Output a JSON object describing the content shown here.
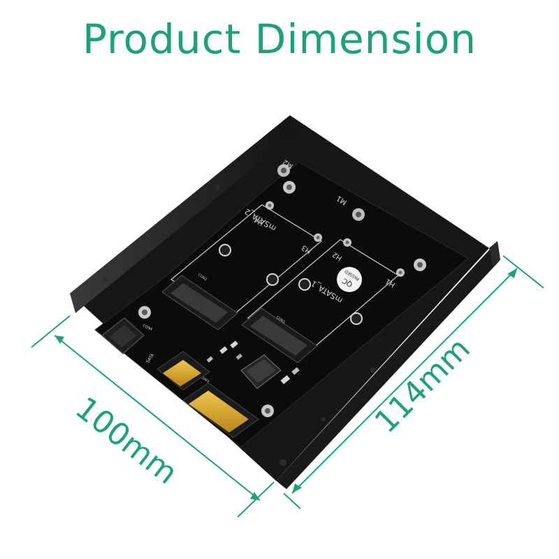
{
  "title": "Product Dimension",
  "colors": {
    "accent": "#1aa37a",
    "bracket": "#1c1c1c",
    "board": "#0f0f0f",
    "connector_gold": "#d9a628"
  },
  "dimensions": {
    "width_label": "100mm",
    "length_label": "114mm"
  },
  "board_labels": {
    "m2": "M2",
    "m1": "M1",
    "h1": "H1",
    "h2": "H2",
    "h3": "H3",
    "h4": "H4",
    "msata_1": "mSATA_1",
    "msata_2": "mSATA_2",
    "con1": "CON1",
    "con2": "CON2",
    "con3": "CON3",
    "con4": "CON4",
    "sata": "SATA",
    "qc_line1": "QC",
    "qc_line2": "PASSED"
  }
}
